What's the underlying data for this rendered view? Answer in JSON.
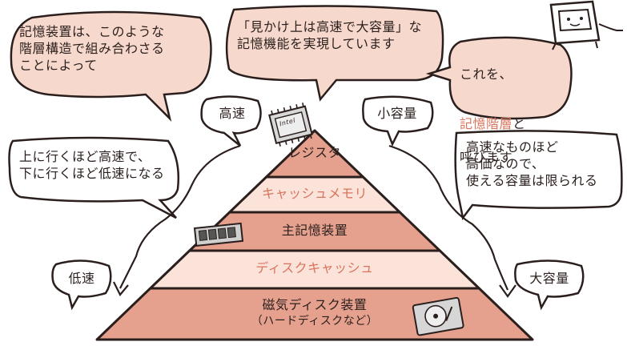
{
  "colors": {
    "bubble_fill": "#f7d8cc",
    "tier_dark": "#e6a18e",
    "tier_light": "#fbe3da",
    "outline": "#2a1f1d",
    "highlight_text": "#d9745c"
  },
  "icons": {
    "computer": "computer-mascot-icon",
    "chip": "cpu-chip-icon",
    "memory": "memory-module-icon",
    "disk": "hard-disk-icon"
  },
  "bubbles": {
    "top_left": "記憶装置は、このような\n階層構造で組み合わさる\nことによって",
    "top_center": "「見かけ上は高速で大容量」な\n記憶機能を実現しています",
    "top_right_line1": "これを、",
    "top_right_highlight": "記憶階層",
    "top_right_particle": "と",
    "top_right_line3": "呼びます",
    "left_middle": "上に行くほど高速で、\n下に行くほど低速になる",
    "right_middle": "高速なものほど\n高価なので、\n使える容量は限られる"
  },
  "side_labels": {
    "fast": "高速",
    "small_capacity": "小容量",
    "slow": "低速",
    "large_capacity": "大容量"
  },
  "chip_label": "Intel",
  "tiers": [
    {
      "label": "レジスタ",
      "sub": "",
      "tone": "dark"
    },
    {
      "label": "キャッシュメモリ",
      "sub": "",
      "tone": "light"
    },
    {
      "label": "主記憶装置",
      "sub": "",
      "tone": "dark"
    },
    {
      "label": "ディスクキャッシュ",
      "sub": "",
      "tone": "light"
    },
    {
      "label": "磁気ディスク装置",
      "sub": "（ハードディスクなど）",
      "tone": "dark"
    }
  ]
}
